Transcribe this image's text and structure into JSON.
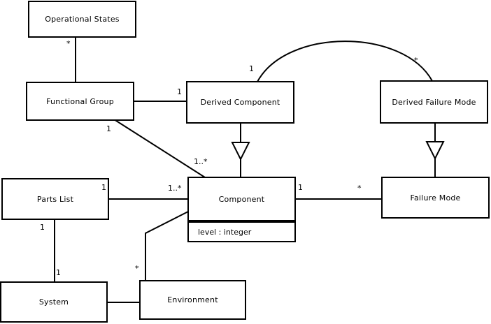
{
  "diagram": {
    "type": "uml-class-diagram",
    "background_color": "#ffffff",
    "line_color": "#000000",
    "classes": [
      {
        "name": "Operational States"
      },
      {
        "name": "Functional Group"
      },
      {
        "name": "Derived Component"
      },
      {
        "name": "Derived Failure Mode"
      },
      {
        "name": "Parts List"
      },
      {
        "name": "Component",
        "attributes": [
          "level : integer"
        ]
      },
      {
        "name": "Failure Mode"
      },
      {
        "name": "System"
      },
      {
        "name": "Environment"
      }
    ],
    "relationships": [
      {
        "from": "Operational States",
        "to": "Functional Group",
        "type": "association",
        "from_label": "*",
        "to_label": ""
      },
      {
        "from": "Functional Group",
        "to": "Derived Component",
        "type": "association",
        "from_label": "",
        "to_label": "1"
      },
      {
        "from": "Functional Group",
        "to": "Component",
        "type": "association",
        "from_label": "1",
        "to_label": "1..*"
      },
      {
        "from": "Derived Component",
        "to": "Derived Failure Mode",
        "type": "association",
        "from_label": "1",
        "to_label": "*"
      },
      {
        "from": "Derived Component",
        "to": "Component",
        "type": "generalization",
        "from_label": "",
        "to_label": ""
      },
      {
        "from": "Derived Failure Mode",
        "to": "Failure Mode",
        "type": "generalization",
        "from_label": "",
        "to_label": ""
      },
      {
        "from": "Parts List",
        "to": "Component",
        "type": "association",
        "from_label": "1",
        "to_label": "1..*"
      },
      {
        "from": "Parts List",
        "to": "System",
        "type": "association",
        "from_label": "1",
        "to_label": "1"
      },
      {
        "from": "Component",
        "to": "Failure Mode",
        "type": "association",
        "from_label": "1",
        "to_label": "*"
      },
      {
        "from": "Component",
        "to": "Environment",
        "type": "association",
        "from_label": "",
        "to_label": "*"
      },
      {
        "from": "System",
        "to": "Environment",
        "type": "association",
        "from_label": "",
        "to_label": ""
      }
    ]
  }
}
